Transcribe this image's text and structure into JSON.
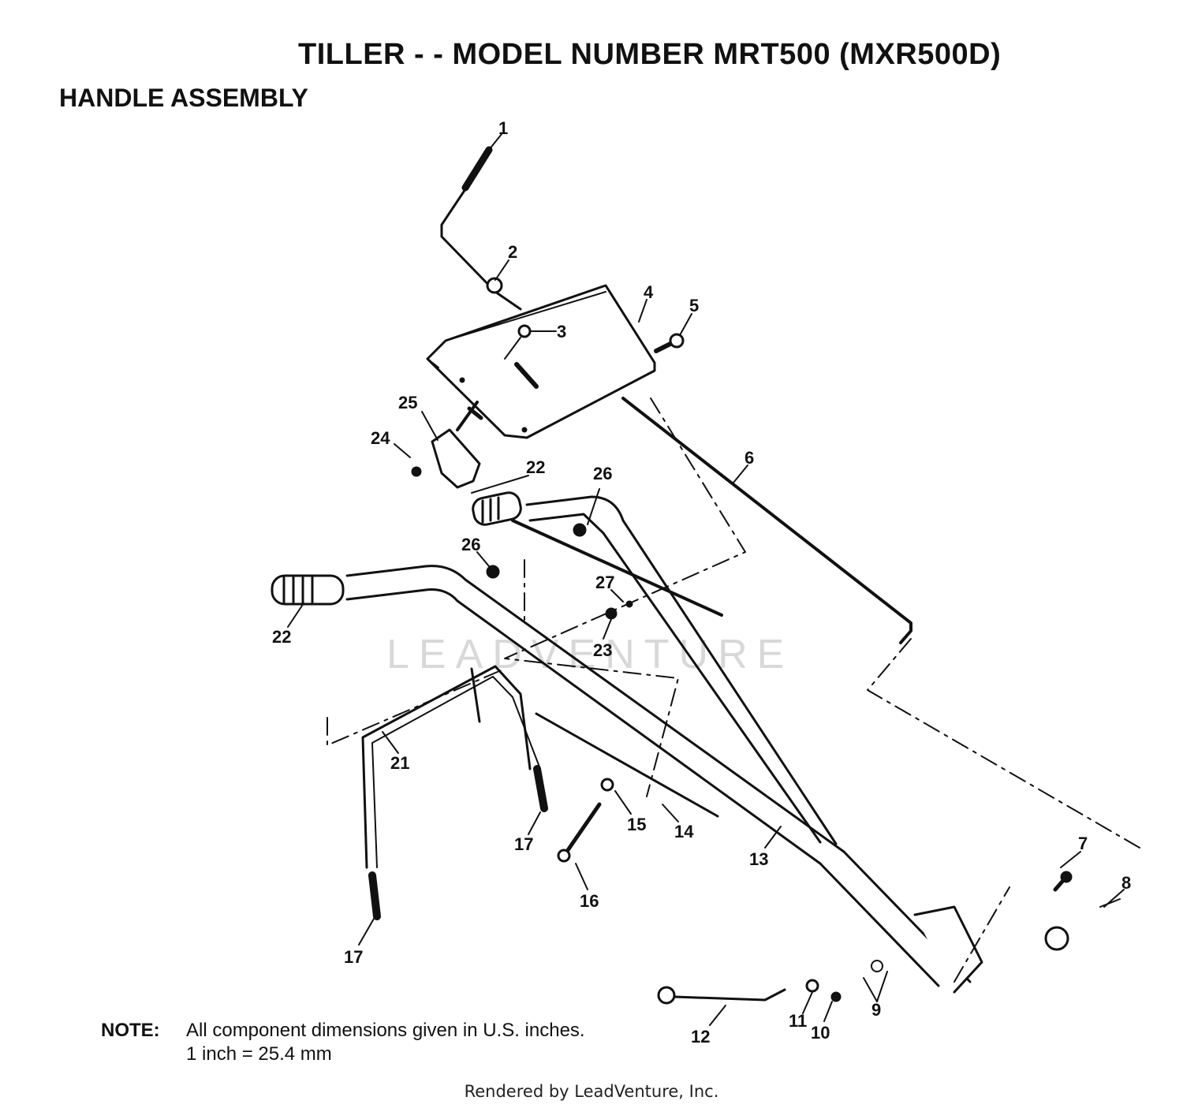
{
  "title": "TILLER - - MODEL NUMBER MRT500 (MXR500D)",
  "subtitle": "HANDLE ASSEMBLY",
  "note": {
    "label": "NOTE:",
    "line1": "All component dimensions given in U.S. inches.",
    "line2": "1 inch = 25.4 mm"
  },
  "footer": "Rendered by LeadVenture, Inc.",
  "watermark": "LEADVENTURE",
  "callouts": [
    "1",
    "2",
    "3",
    "4",
    "5",
    "6",
    "7",
    "8",
    "9",
    "10",
    "11",
    "12",
    "13",
    "14",
    "15",
    "16",
    "17",
    "17",
    "21",
    "22",
    "22",
    "23",
    "24",
    "25",
    "26",
    "26",
    "27"
  ]
}
